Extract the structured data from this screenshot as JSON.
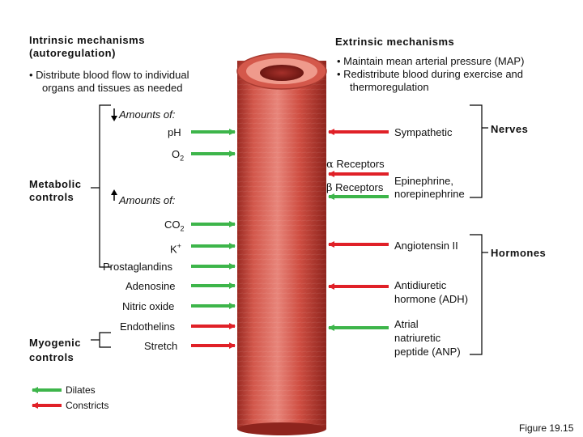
{
  "intrinsic": {
    "title_line1": "Intrinsic mechanisms",
    "title_line2": "(autoregulation)",
    "bullet_line1": "• Distribute blood flow to individual",
    "bullet_line2": "organs and tissues as needed"
  },
  "extrinsic": {
    "title": "Extrinsic mechanisms",
    "bullet1": "• Maintain mean arterial pressure (MAP)",
    "bullet2_line1": "• Redistribute blood during exercise and",
    "bullet2_line2": "thermoregulation"
  },
  "metabolic": {
    "label_line1": "Metabolic",
    "label_line2": "controls",
    "amounts_decrease": "Amounts of:",
    "amounts_increase": "Amounts of:",
    "factors": {
      "ph": "pH",
      "o2": "O",
      "o2_sub": "2",
      "co2": "CO",
      "co2_sub": "2",
      "k": "K",
      "k_sup": "+",
      "prostaglandins": "Prostaglandins",
      "adenosine": "Adenosine",
      "nitric_oxide": "Nitric oxide",
      "endothelins": "Endothelins"
    }
  },
  "myogenic": {
    "label_line1": "Myogenic",
    "label_line2": "controls",
    "stretch": "Stretch"
  },
  "extrinsic_factors": {
    "sympathetic": "Sympathetic",
    "alpha": "α",
    "alpha_receptors": "Receptors",
    "beta": "β",
    "beta_receptors": "Receptors",
    "epinephrine_line1": "Epinephrine,",
    "epinephrine_line2": "norepinephrine",
    "nerves": "Nerves",
    "angiotensin": "Angiotensin II",
    "hormones": "Hormones",
    "adh_line1": "Antidiuretic",
    "adh_line2": "hormone (ADH)",
    "anp_line1": "Atrial",
    "anp_line2": "natriuretic",
    "anp_line3": "peptide (ANP)"
  },
  "legend": {
    "dilates": "Dilates",
    "constricts": "Constricts"
  },
  "figure_label": "Figure 19.15",
  "colors": {
    "dilate_arrow": "#3db54a",
    "constrict_arrow": "#e02027",
    "vessel": "#c8463c"
  }
}
